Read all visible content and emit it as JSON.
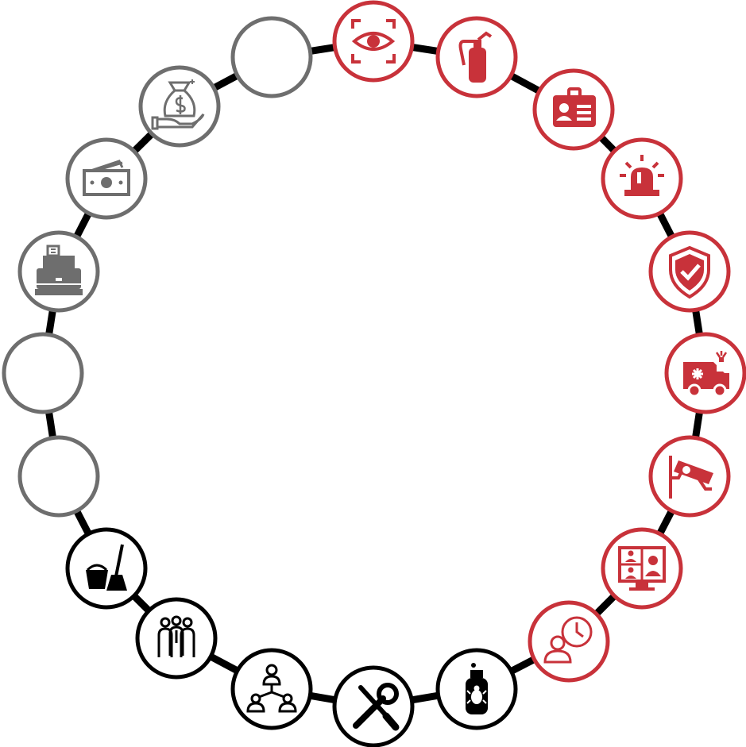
{
  "palette": {
    "red": "#c8323a",
    "gray": "#6e6e6e",
    "black": "#000000",
    "ring": "#000000"
  },
  "nodes": [
    {
      "name": "eye-scan-icon",
      "group": "red"
    },
    {
      "name": "fire-extinguisher-icon",
      "group": "red"
    },
    {
      "name": "id-badge-icon",
      "group": "red"
    },
    {
      "name": "alarm-siren-icon",
      "group": "red"
    },
    {
      "name": "shield-check-icon",
      "group": "red"
    },
    {
      "name": "ambulance-icon",
      "group": "red"
    },
    {
      "name": "security-camera-icon",
      "group": "red"
    },
    {
      "name": "video-monitoring-icon",
      "group": "red"
    },
    {
      "name": "person-clock-icon",
      "group": "red"
    },
    {
      "name": "pest-spray-icon",
      "group": "black"
    },
    {
      "name": "wrench-screwdriver-icon",
      "group": "black"
    },
    {
      "name": "org-chart-icon",
      "group": "black"
    },
    {
      "name": "staff-group-icon",
      "group": "black"
    },
    {
      "name": "mop-bucket-icon",
      "group": "black"
    },
    {
      "name": "empty-node",
      "group": "gray"
    },
    {
      "name": "empty-node",
      "group": "gray"
    },
    {
      "name": "cash-register-icon",
      "group": "gray"
    },
    {
      "name": "banknotes-icon",
      "group": "gray"
    },
    {
      "name": "money-bag-hand-icon",
      "group": "gray"
    },
    {
      "name": "empty-node",
      "group": "gray"
    }
  ]
}
